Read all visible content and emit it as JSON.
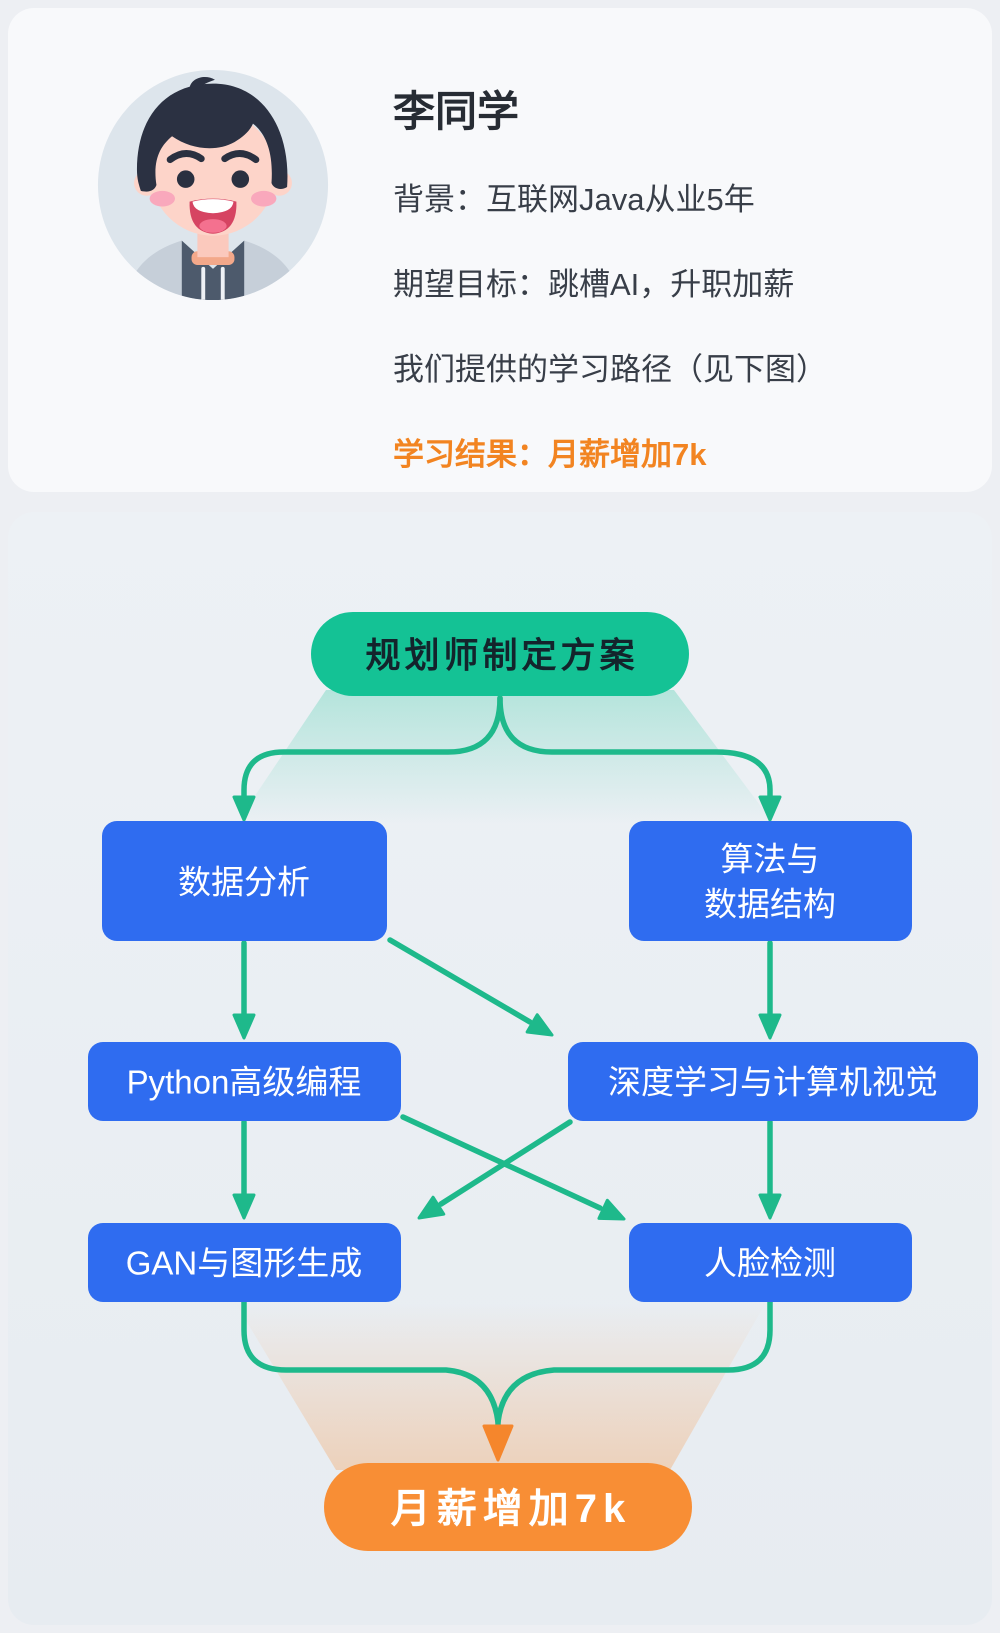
{
  "profile": {
    "name": "李同学",
    "background": "背景：互联网Java从业5年",
    "goal": "期望目标：跳槽AI，升职加薪",
    "path_note": "我们提供的学习路径（见下图）",
    "result": "学习结果：月薪增加7k",
    "avatar": "boy-student-avatar"
  },
  "flowchart": {
    "start": "规划师制定方案",
    "data_analysis": "数据分析",
    "algorithms_line1": "算法与",
    "algorithms_line2": "数据结构",
    "python": "Python高级编程",
    "deep_learning": "深度学习与计算机视觉",
    "gan": "GAN与图形生成",
    "face_detection": "人脸检测",
    "result": "月薪增加7k",
    "edges": [
      "规划师制定方案→数据分析",
      "规划师制定方案→算法与数据结构",
      "数据分析→Python高级编程",
      "数据分析→深度学习与计算机视觉",
      "算法与数据结构→深度学习与计算机视觉",
      "Python高级编程→GAN与图形生成",
      "Python高级编程→人脸检测",
      "深度学习与计算机视觉→GAN与图形生成",
      "深度学习与计算机视觉→人脸检测",
      "GAN与图形生成→月薪增加7k",
      "人脸检测→月薪增加7k"
    ]
  },
  "colors": {
    "green_node": "#14c295",
    "arrow_green": "#1eb98b",
    "blue_node": "#2f6cf0",
    "orange_node": "#f88e35",
    "orange_arrow": "#f5862c",
    "orange_text": "#f28421"
  }
}
